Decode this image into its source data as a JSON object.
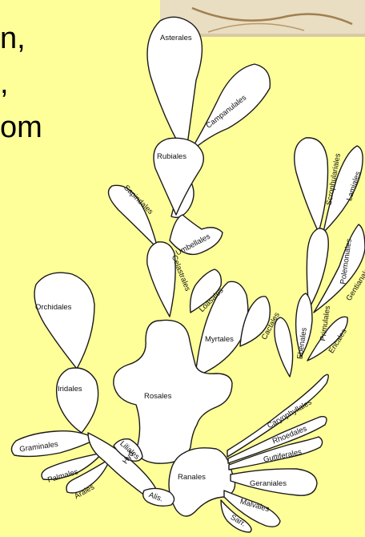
{
  "slide": {
    "text_lines": [
      "n,",
      ",",
      "om"
    ],
    "background": "#ffff99"
  },
  "diagram": {
    "labels": {
      "asterales": "Asterales",
      "campanulales": "Campanulales",
      "rubiales": "Rubiales",
      "sapindales": "Sapindales",
      "umbellales": "Umbellales",
      "celastrales": "Celastrales",
      "scrophulariales": "Scrophulariales",
      "lamiales": "Lamiales",
      "polemoniales": "Polemoniales",
      "gentianales": "Gentianales",
      "primulales": "Primulales",
      "ericales": "Ericales",
      "ebenales": "Ebenales",
      "orchidales": "Orchidales",
      "loasales": "Loasales",
      "myrtales": "Myrtales",
      "cactales": "Cactales",
      "iridales": "Iridales",
      "rosales": "Rosales",
      "caryophyllales": "Caryophyllales",
      "rhoedales": "Rhoedales",
      "guttiferales": "Guttiferales",
      "graminales": "Graminales",
      "hyd": "Hyd.",
      "liliales": "Liliales",
      "palmales": "Palmales",
      "arales": "Arales",
      "alis": "Alis.",
      "ranales": "Ranales",
      "geraniales": "Geraniales",
      "malvales": "Malvales",
      "sarr": "Sarr."
    }
  }
}
